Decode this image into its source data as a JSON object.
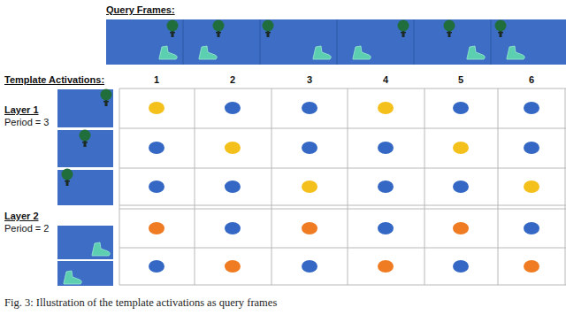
{
  "diagram": {
    "caption": "Fig. 3: Illustration of the template activations as query frames",
    "labels": [
      "Query Frames:",
      "Template Activations:",
      "1",
      "2",
      "3",
      "4",
      "5",
      "6",
      "Layer 1",
      "Period = 3",
      "Layer 2",
      "Period = 2"
    ]
  }
}
